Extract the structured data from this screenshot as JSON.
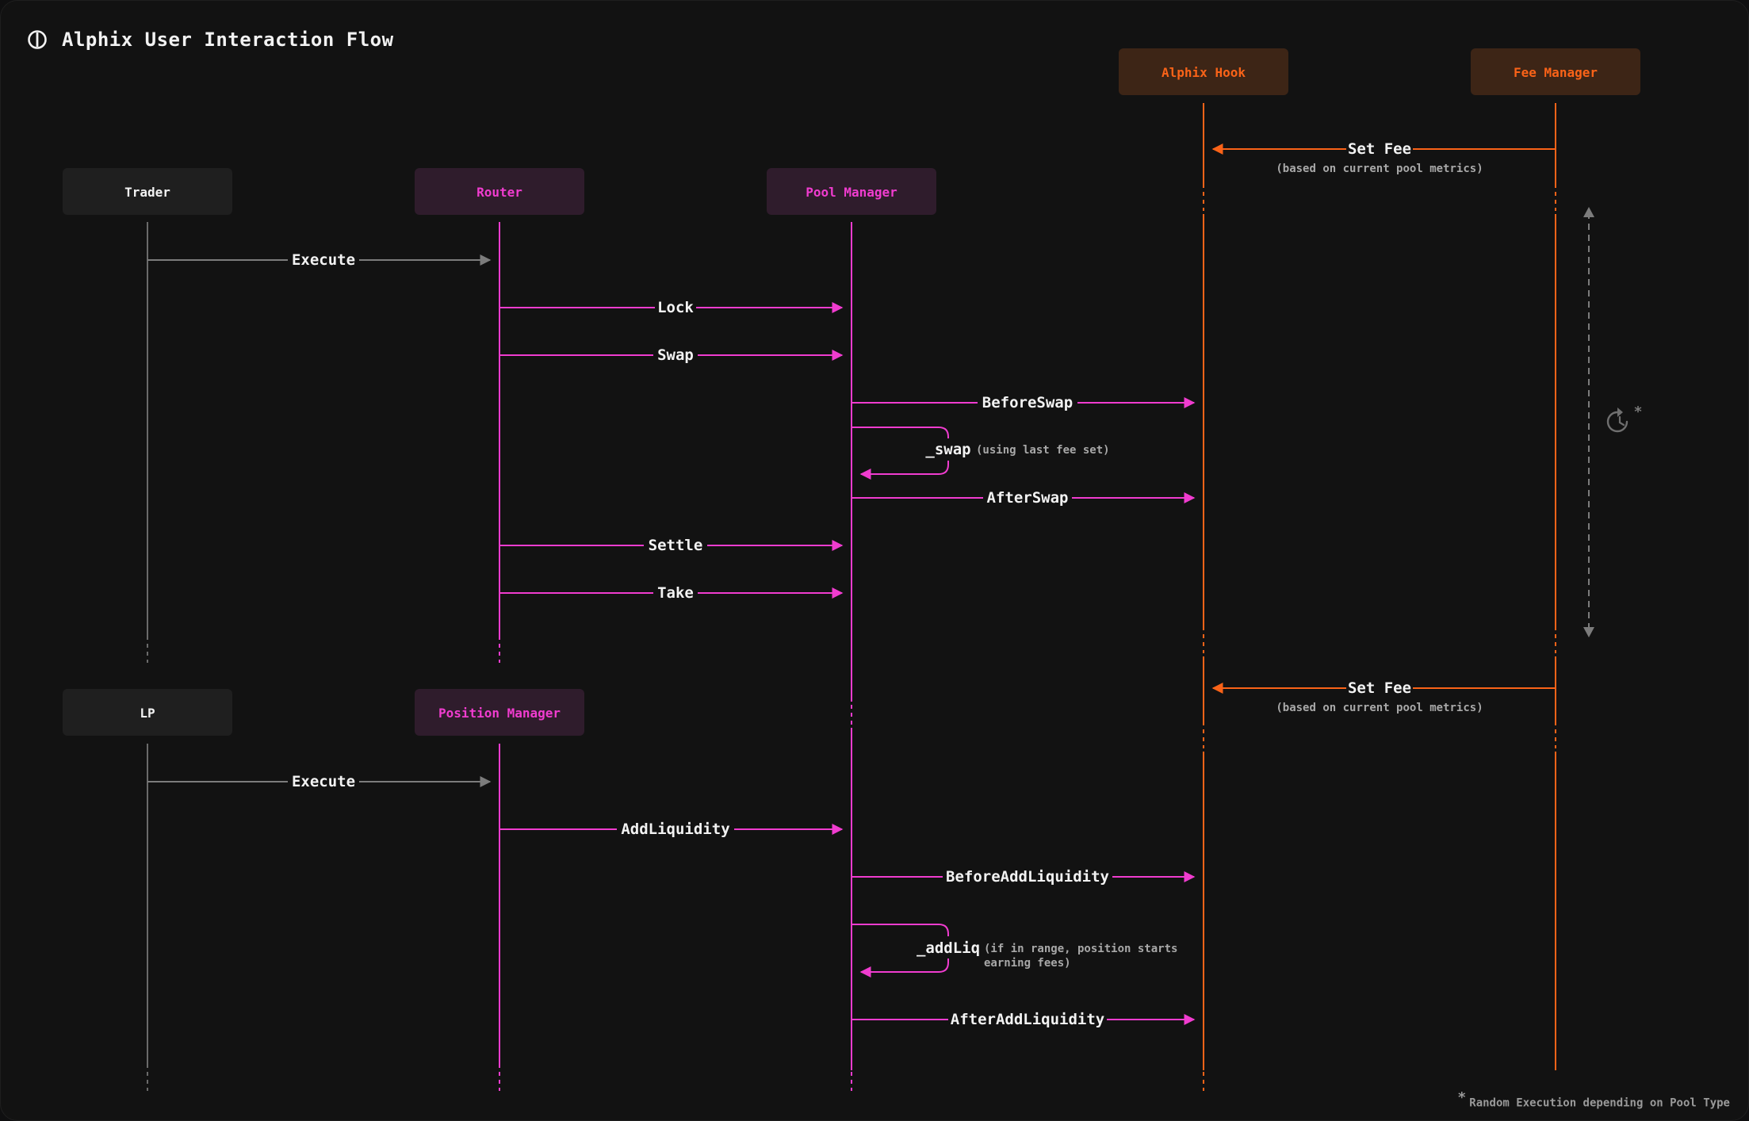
{
  "header": {
    "title": "Alphix User Interaction Flow",
    "logo_icon": "alphix-logo-icon"
  },
  "colors": {
    "pink": "#f03ccf",
    "orange": "#fa6318",
    "gray": "#7c7c7c",
    "neutral_box": "#1f1f1f",
    "pink_box": "#2f1c2c",
    "orange_box": "#3d2516"
  },
  "actors": {
    "trader": "Trader",
    "router": "Router",
    "pool_manager": "Pool Manager",
    "alphix_hook": "Alphix Hook",
    "fee_manager": "Fee Manager",
    "lp": "LP",
    "position_manager": "Position Manager"
  },
  "messages": {
    "set_fee_1": "Set Fee",
    "set_fee_1_note": "(based on current pool metrics)",
    "execute_1": "Execute",
    "lock": "Lock",
    "swap": "Swap",
    "before_swap": "BeforeSwap",
    "swap_internal": "_swap",
    "swap_internal_note": "(using last fee set)",
    "after_swap": "AfterSwap",
    "settle": "Settle",
    "take": "Take",
    "set_fee_2": "Set Fee",
    "set_fee_2_note": "(based on current pool metrics)",
    "execute_2": "Execute",
    "add_liquidity": "AddLiquidity",
    "before_add_liquidity": "BeforeAddLiquidity",
    "add_liq_internal": "_addLiq",
    "add_liq_note_line1": "(if in range, position starts",
    "add_liq_note_line2": "earning fees)",
    "after_add_liquidity": "AfterAddLiquidity"
  },
  "random_marker": {
    "icon": "clock-refresh-icon",
    "asterisk": "*"
  },
  "footnote": {
    "asterisk": "*",
    "text": "Random Execution depending on Pool Type"
  }
}
